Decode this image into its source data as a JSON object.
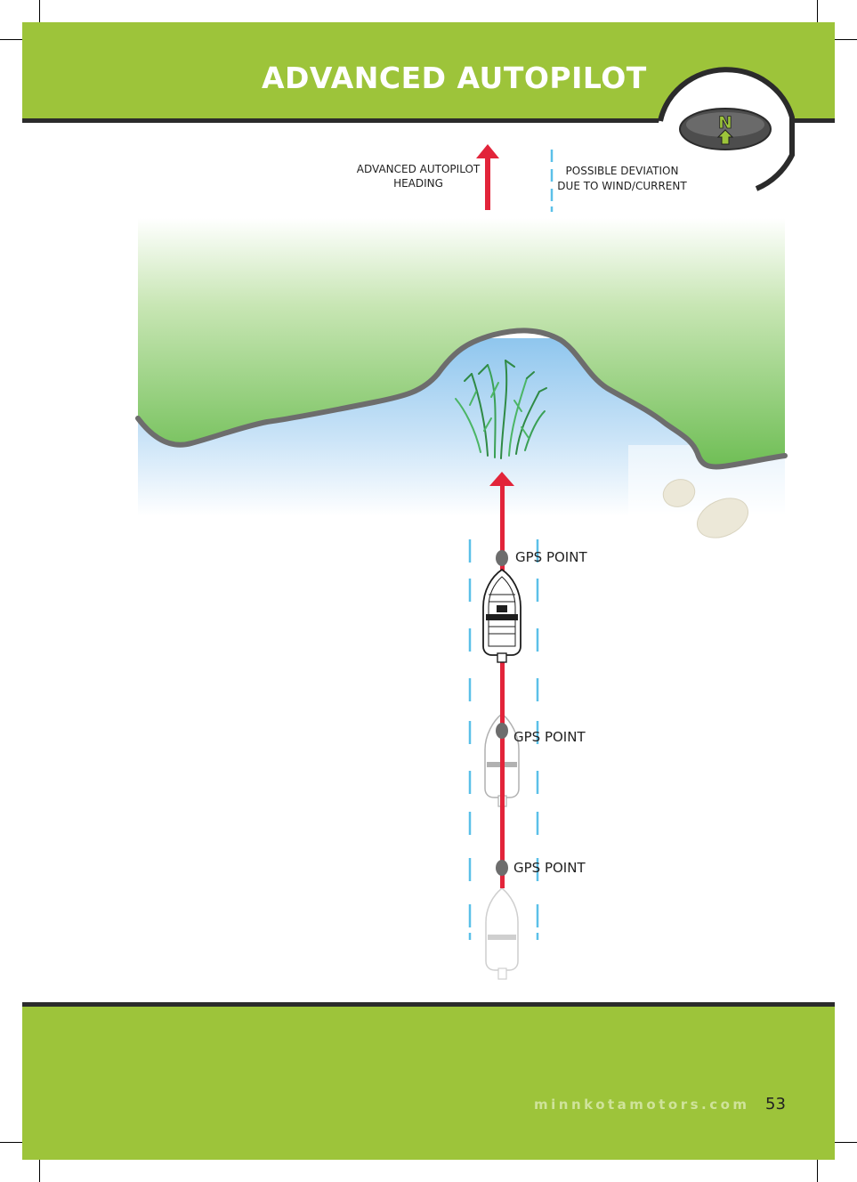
{
  "header": {
    "title": "ADVANCED AUTOPILOT",
    "badge_letter": "N"
  },
  "diagram": {
    "heading_label": [
      "ADVANCED AUTOPILOT",
      "HEADING"
    ],
    "deviation_label": [
      "POSSIBLE DEVIATION",
      "DUE TO WIND/CURRENT"
    ],
    "gps_points": [
      "GPS POINT",
      "GPS POINT",
      "GPS POINT"
    ],
    "colors": {
      "path": "#e2243a",
      "deviation": "#5bc0e8",
      "land": "#7cc25e",
      "water": "#a9d2f0",
      "brand_green": "#9dc43a"
    },
    "icons": [
      "heading-arrow-icon",
      "boat-icon",
      "weeds-icon",
      "rock-icon"
    ]
  },
  "footer": {
    "site": "minnkotamotors.com",
    "page_number": "53"
  }
}
